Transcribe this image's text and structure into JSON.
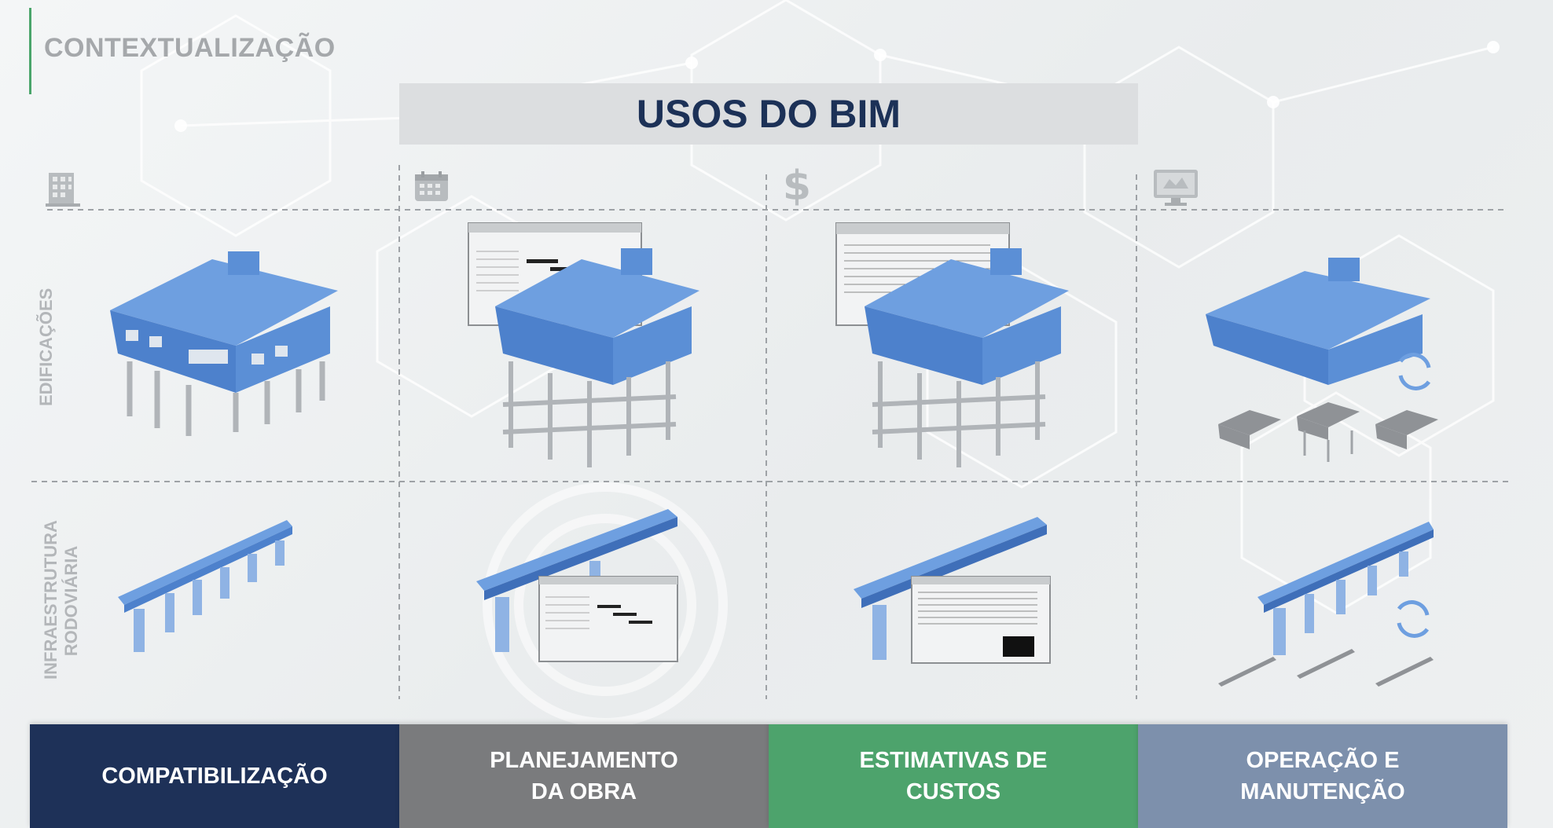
{
  "header": {
    "section_title": "CONTEXTUALIZAÇÃO",
    "main_title": "USOS DO BIM"
  },
  "columns": [
    {
      "key": "compatibilizacao",
      "icon": "building-icon"
    },
    {
      "key": "planejamento",
      "icon": "calendar-icon"
    },
    {
      "key": "estimativas",
      "icon": "dollar-icon"
    },
    {
      "key": "operacao",
      "icon": "monitor-icon"
    }
  ],
  "rows": {
    "edificacoes": "EDIFICAÇÕES",
    "infraestrutura": "INFRAESTRUTURA\nRODOVIÁRIA"
  },
  "footer": {
    "compatibilizacao": "COMPATIBILIZAÇÃO",
    "planejamento": "PLANEJAMENTO\nDA OBRA",
    "estimativas": "ESTIMATIVAS DE\nCUSTOS",
    "operacao": "OPERAÇÃO E\nMANUTENÇÃO"
  },
  "colors": {
    "title_text": "#1c3157",
    "accent_green": "#4aa56b",
    "footer_navy": "#1e3158",
    "footer_gray": "#7a7b7d",
    "footer_green": "#4da36c",
    "footer_slate": "#7d90ac",
    "model_blue": "#5b8fd6",
    "model_gray": "#a8acb0"
  }
}
